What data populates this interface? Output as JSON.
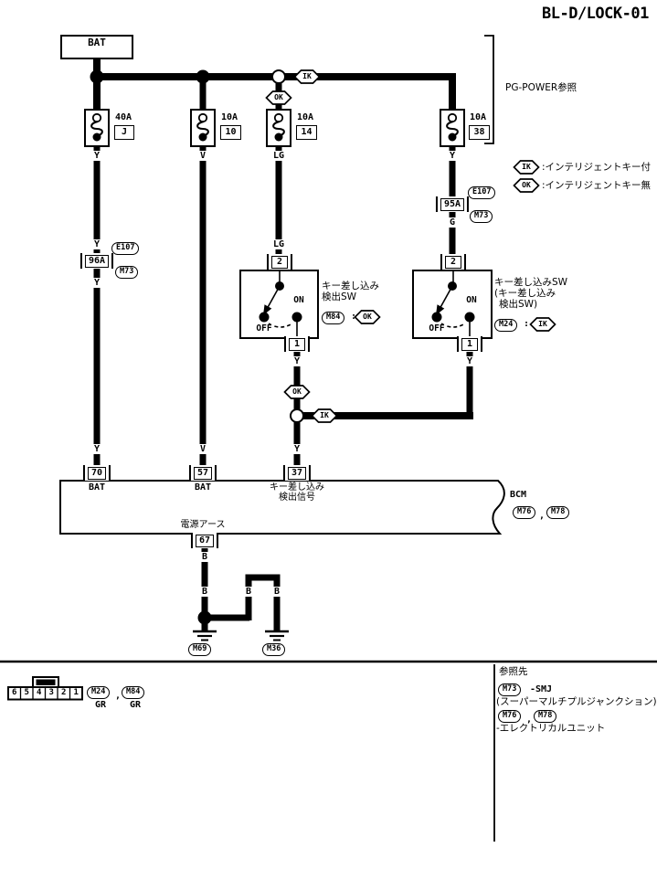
{
  "title": "BL-D/LOCK-01",
  "colors": {
    "line": "#000000",
    "background": "#ffffff"
  },
  "punct": {
    "colon": ":",
    "comma": ","
  },
  "battery": {
    "label": "BAT"
  },
  "power_note": "PG-POWER参照",
  "flags": {
    "ik": "IK",
    "ok": "OK"
  },
  "legend": {
    "ik_text": ":インテリジェントキー付",
    "ok_text": ":インテリジェントキー無"
  },
  "fuses": [
    {
      "amp": "40A",
      "id": "J"
    },
    {
      "amp": "10A",
      "id": "10"
    },
    {
      "amp": "10A",
      "id": "14"
    },
    {
      "amp": "10A",
      "id": "38"
    }
  ],
  "wire_colors": {
    "y": "Y",
    "v": "V",
    "lg": "LG",
    "g": "G",
    "b": "B",
    "gr": "GR"
  },
  "connectors": {
    "j96a": {
      "id": "96A",
      "ref1": "E107",
      "ref2": "M73"
    },
    "j95a": {
      "id": "95A",
      "ref1": "E107",
      "ref2": "M73"
    }
  },
  "switch_left": {
    "pin_top": "2",
    "pin_bottom": "1",
    "on": "ON",
    "off": "OFF",
    "name1": "キー差し込み",
    "name2": "検出SW",
    "conn": "M84",
    "variant": "OK"
  },
  "switch_right": {
    "pin_top": "2",
    "pin_bottom": "1",
    "on": "ON",
    "off": "OFF",
    "name1": "キー差し込みSW",
    "name2": "(キー差し込み",
    "name3": "検出SW)",
    "conn": "M24",
    "variant": "IK"
  },
  "bcm": {
    "name": "BCM",
    "conn1": "M76",
    "conn2": "M78",
    "pin1": {
      "num": "70",
      "label": "BAT"
    },
    "pin2": {
      "num": "57",
      "label": "BAT"
    },
    "pin3": {
      "num": "37",
      "label1": "キー差し込み",
      "label2": "検出信号"
    },
    "ground_pin": {
      "num": "67",
      "label": "電源アース"
    }
  },
  "grounds": {
    "g1": "M69",
    "g2": "M36"
  },
  "pinout": {
    "cells": [
      "6",
      "5",
      "4",
      "3",
      "2",
      "1"
    ],
    "conn1": "M24",
    "conn2": "M84",
    "color1": "GR",
    "color2": "GR"
  },
  "references": {
    "heading": "参照先",
    "item1_conn": "M73",
    "item1_text": "-SMJ",
    "item1_note": "(スーパーマルチプルジャンクション)",
    "item2_conn1": "M76",
    "item2_conn2": "M78",
    "item2_text": "-エレクトリカルユニット"
  }
}
